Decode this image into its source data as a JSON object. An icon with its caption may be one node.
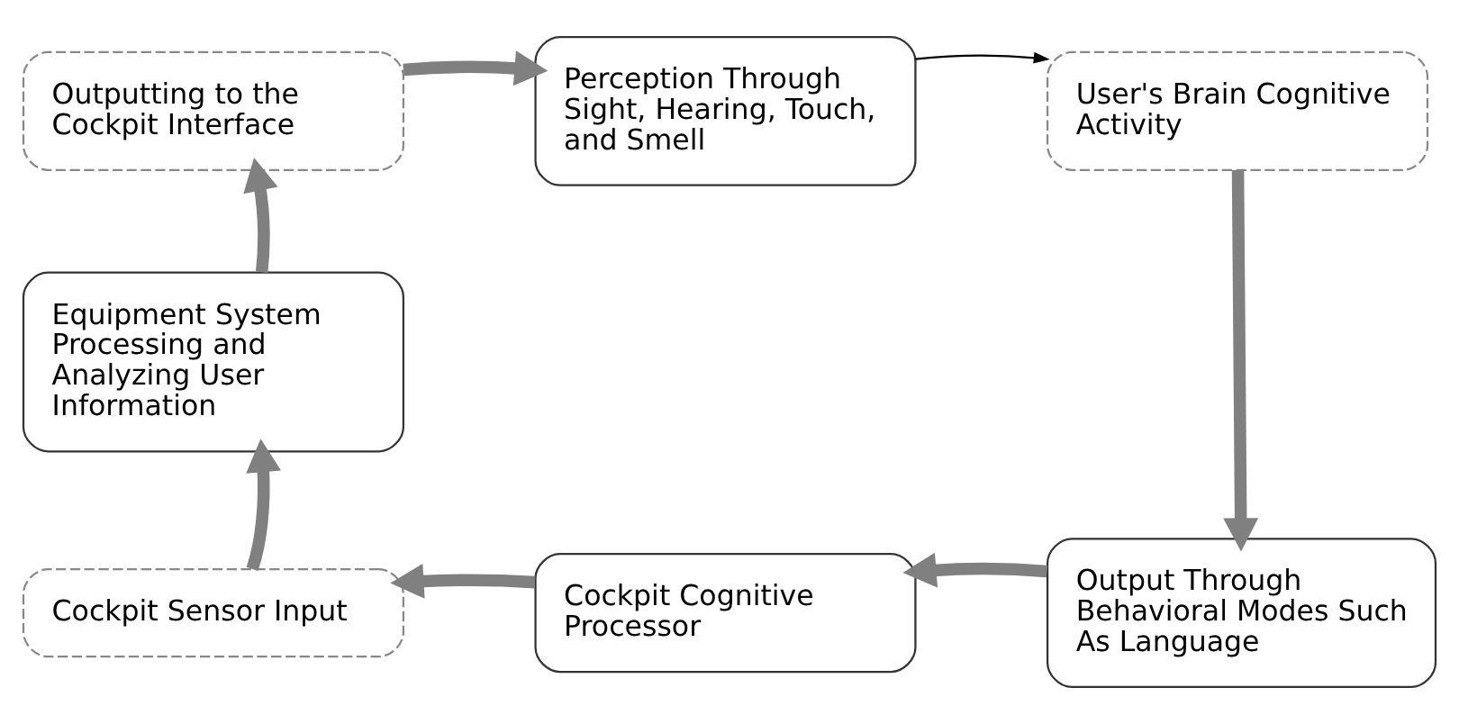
{
  "diagram": {
    "nodes": [
      {
        "text": [
          "Outputting to the Cockpit Interface"
        ]
      },
      {
        "text": [
          "Perception Through Sight, Hearing, Touch, and Smell"
        ]
      },
      {
        "text": [
          "User's Brain Cognitive Activity"
        ]
      },
      {
        "text": [
          "Output Through Behavioral Modes Such As Language"
        ]
      },
      {
        "text": [
          "Cockpit Cognitive Processor"
        ]
      },
      {
        "text": [
          "Cockpit Sensor Input"
        ]
      },
      {
        "text": [
          "Equipment System Processing and Analyzing User Information"
        ]
      }
    ],
    "edges": [
      {
        "from": 0,
        "to": 1,
        "arrow": "to"
      },
      {
        "from": 1,
        "to": 2,
        "arrow": "to",
        "color": "#000000"
      },
      {
        "from": 2,
        "to": 3,
        "arrow": "to"
      },
      {
        "from": 3,
        "to": 4,
        "arrow": "to"
      },
      {
        "from": 4,
        "to": 5,
        "arrow": "to"
      },
      {
        "from": 5,
        "to": 6,
        "arrow": "to"
      },
      {
        "from": 6,
        "to": 0,
        "arrow": "to"
      }
    ]
  }
}
